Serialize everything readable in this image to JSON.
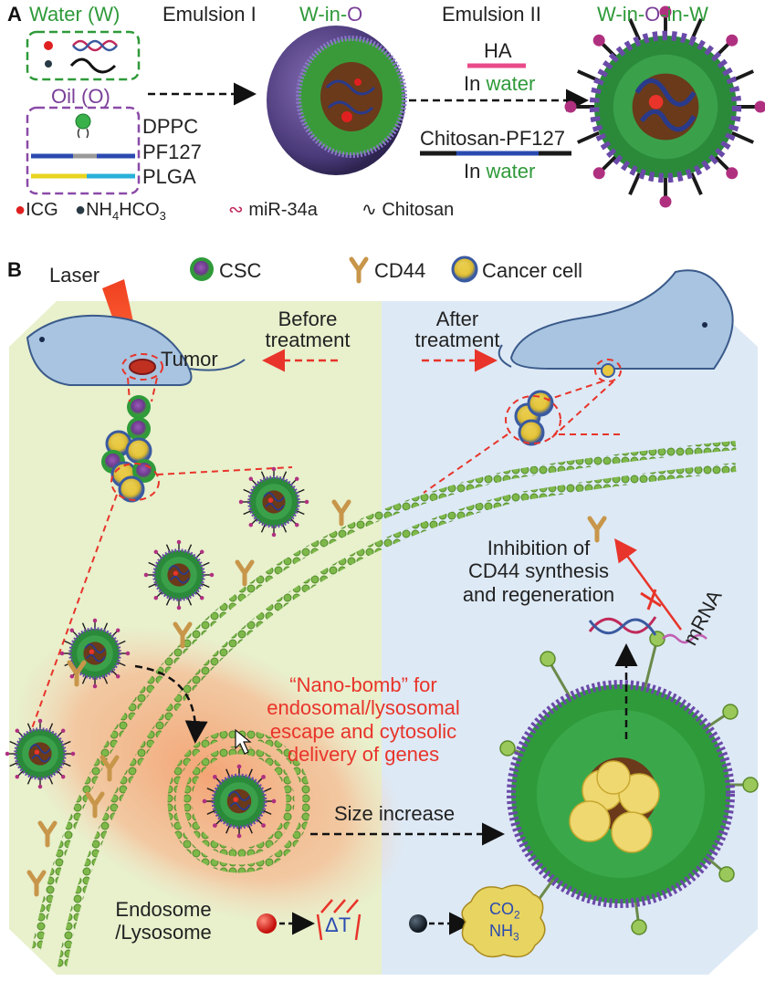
{
  "panel_a": {
    "letter": "A",
    "water_label": "Water (W)",
    "oil_label": "Oil (O)",
    "emulsion1": "Emulsion I",
    "w_in_o": {
      "w": "W",
      "dash1": "-in-",
      "o": "O"
    },
    "emulsion2": "Emulsion II",
    "w_in_o_in_w": {
      "w1": "W",
      "dash1": "-in-",
      "o": "O",
      "dash2": "-in-",
      "w2": "W"
    },
    "ha": "HA",
    "in_water_prefix": "In ",
    "water_word": "water",
    "chitosan_pf127": "Chitosan-PF127",
    "oil_components": [
      "DPPC",
      "PF127",
      "PLGA"
    ],
    "legend": {
      "icg": "ICG",
      "nh4hco3": {
        "prefix": "NH",
        "sub1": "4",
        "mid": "HCO",
        "sub2": "3"
      },
      "mir": "miR-34a",
      "chitosan": "Chitosan"
    }
  },
  "panel_b": {
    "letter": "B",
    "laser": "Laser",
    "csc": "CSC",
    "cd44": "CD44",
    "cancer_cell": "Cancer cell",
    "before": [
      "Before",
      "treatment"
    ],
    "after": [
      "After",
      "treatment"
    ],
    "tumor": "Tumor",
    "inhibition": [
      "Inhibition of",
      "CD44 synthesis",
      "and regeneration"
    ],
    "mrna": "mRNA",
    "nano_bomb": [
      "“Nano-bomb” for",
      "endosomal/lysosomal",
      "escape and cytosolic",
      "delivery of genes"
    ],
    "size_increase": "Size increase",
    "endosome": [
      "Endosome",
      "/Lysosome"
    ],
    "delta_t": "ΔT",
    "gas": {
      "co_prefix": "CO",
      "co_sub": "2",
      "nh_prefix": "NH",
      "nh_sub": "3"
    }
  },
  "colors": {
    "green_text": "#2f9a3a",
    "purple_text": "#7a3f98",
    "red_text": "#e8342a",
    "ha_bar": "#e84a8a",
    "panel_left_bg": "#e6f0c8",
    "panel_right_bg": "#dce9f6"
  },
  "icons": [
    "laser-beam-icon",
    "mouse-icon",
    "nanoparticle-icon",
    "cd44-receptor-icon",
    "cancer-cell-icon",
    "csc-icon",
    "mrna-icon",
    "dna-helix-icon",
    "cursor-icon"
  ]
}
